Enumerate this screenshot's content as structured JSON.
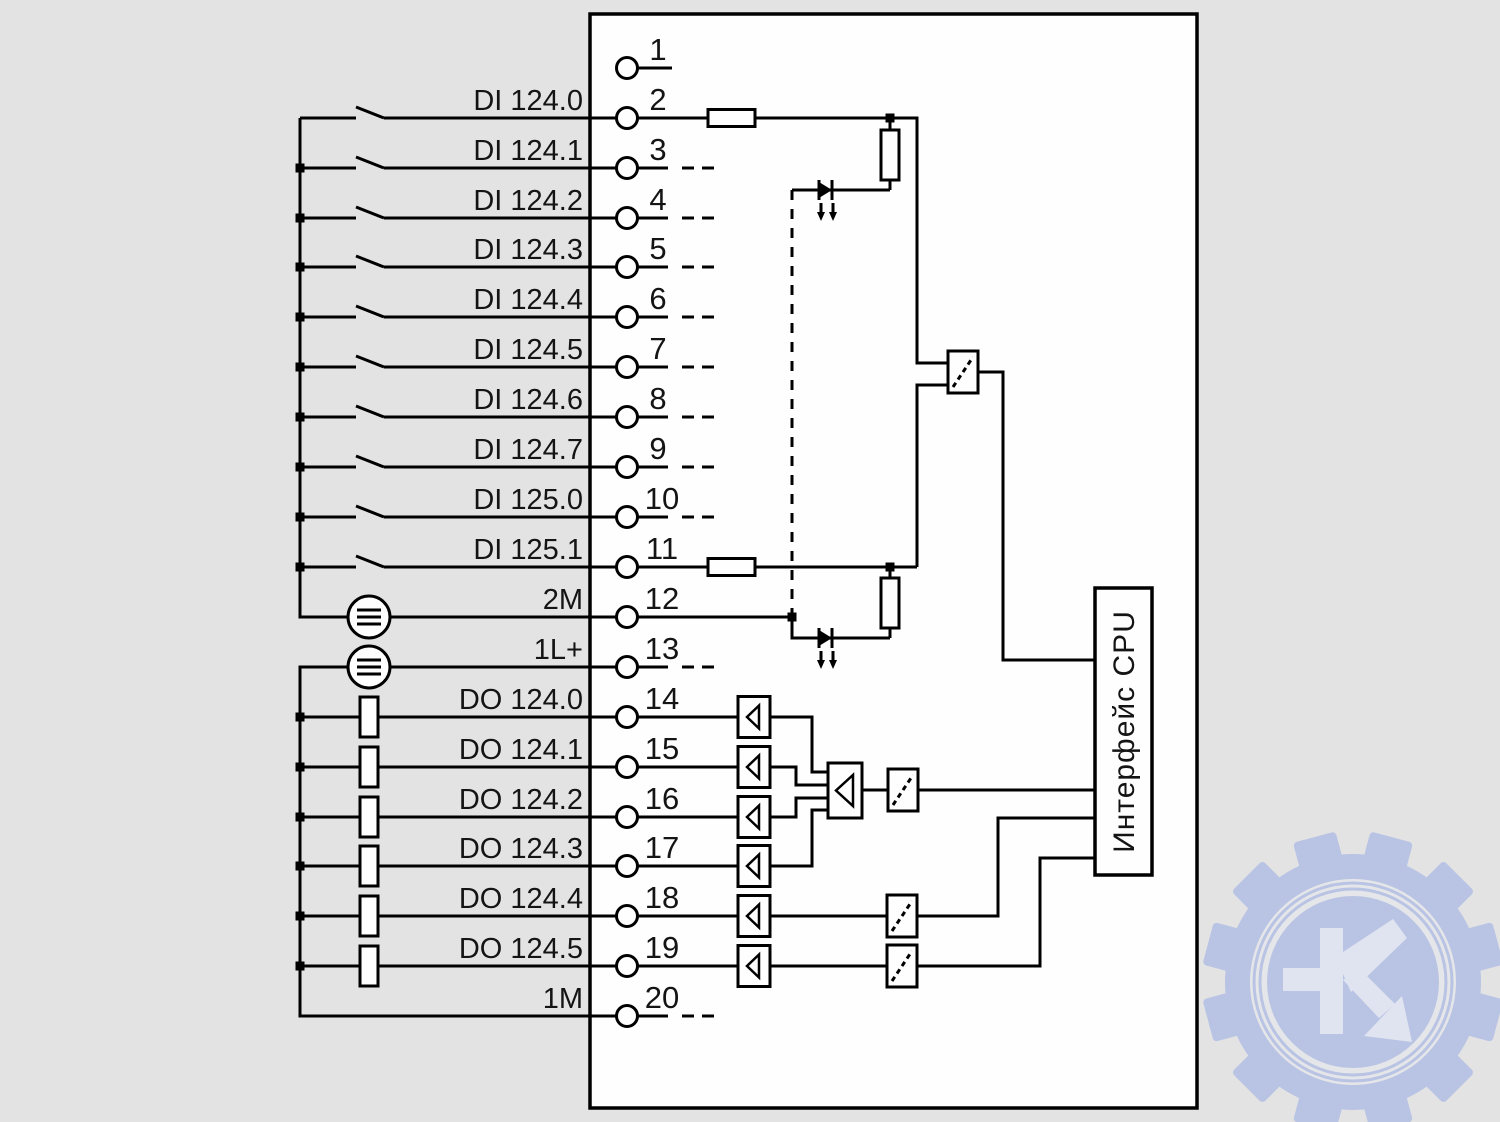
{
  "labels": [
    "DI 124.0",
    "DI 124.1",
    "DI 124.2",
    "DI 124.3",
    "DI 124.4",
    "DI 124.5",
    "DI 124.6",
    "DI 124.7",
    "DI 125.0",
    "DI 125.1",
    "2M",
    "1L+",
    "DO 124.0",
    "DO 124.1",
    "DO 124.2",
    "DO 124.3",
    "DO 124.4",
    "DO 124.5",
    "1M"
  ],
  "terminals": [
    "1",
    "2",
    "3",
    "4",
    "5",
    "6",
    "7",
    "8",
    "9",
    "10",
    "11",
    "12",
    "13",
    "14",
    "15",
    "16",
    "17",
    "18",
    "19",
    "20"
  ],
  "cpu": {
    "label": "Интерфейс CPU"
  },
  "symbols": {
    "switch": "switch-contact-icon",
    "load": "load-icon",
    "resistor": "resistor-icon",
    "optocoupler_led": "optocoupler-led-icon",
    "isolation": "isolation-barrier-icon",
    "driver": "driver-triangle-icon",
    "power_source": "dc-source-icon",
    "terminal": "terminal-circle"
  },
  "colors": {
    "background": "#e3e3e4",
    "module_fill": "#fefefe",
    "line": "#000000",
    "text": "#141414",
    "watermark_blue": "#b5c1e4",
    "watermark_light": "#e0e5f2"
  }
}
